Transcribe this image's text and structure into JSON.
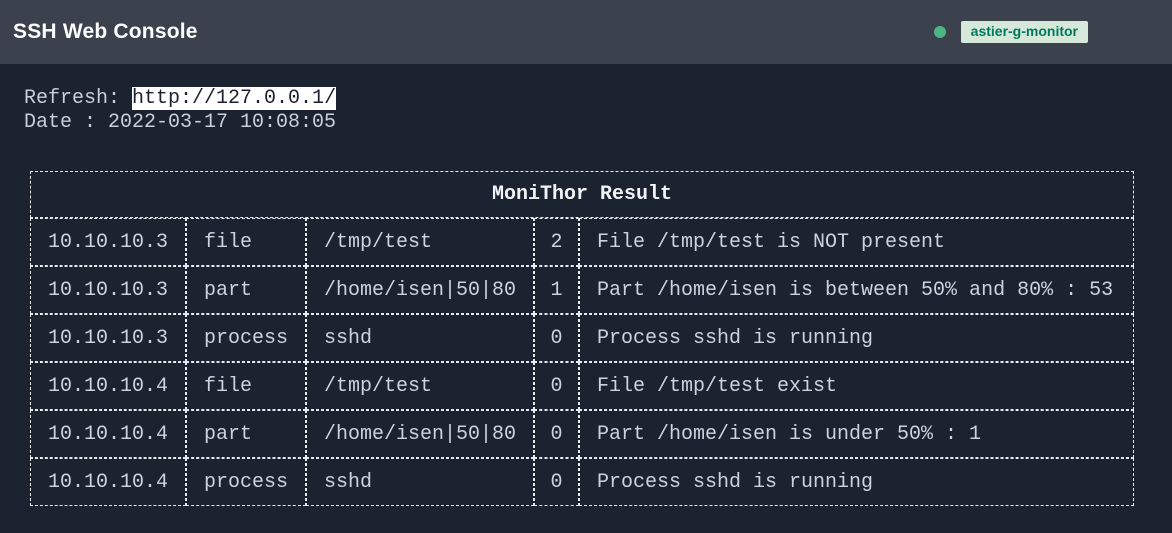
{
  "header": {
    "title": "SSH Web Console",
    "status_dot_icon": "online-status-dot",
    "badge": {
      "label": "astier-g-monitor"
    }
  },
  "info": {
    "refresh_label": "Refresh: ",
    "refresh_url": "http://127.0.0.1/",
    "date_label": "Date : ",
    "date_value": "2022-03-17 10:08:05"
  },
  "table": {
    "title": "MoniThor Result",
    "rows": [
      {
        "host": "10.10.10.3",
        "check": "file",
        "param": "/tmp/test",
        "status": "2",
        "message": "File /tmp/test is NOT present"
      },
      {
        "host": "10.10.10.3",
        "check": "part",
        "param": "/home/isen|50|80",
        "status": "1",
        "message": "Part /home/isen is between 50% and 80% : 53"
      },
      {
        "host": "10.10.10.3",
        "check": "process",
        "param": "sshd",
        "status": "0",
        "message": "Process sshd is running"
      },
      {
        "host": "10.10.10.4",
        "check": "file",
        "param": "/tmp/test",
        "status": "0",
        "message": "File /tmp/test exist"
      },
      {
        "host": "10.10.10.4",
        "check": "part",
        "param": "/home/isen|50|80",
        "status": "0",
        "message": "Part /home/isen is under 50% : 1"
      },
      {
        "host": "10.10.10.4",
        "check": "process",
        "param": "sshd",
        "status": "0",
        "message": "Process sshd is running"
      }
    ]
  },
  "colors": {
    "header_bg": "#3b414d",
    "page_bg": "#1b2230",
    "text": "#c9ced8",
    "table_border": "#eaeaea",
    "link_bg": "#ffffff",
    "link_text": "#1b2230",
    "status_dot": "#4db382",
    "badge_bg": "#d6e8da",
    "badge_text": "#00795b"
  }
}
